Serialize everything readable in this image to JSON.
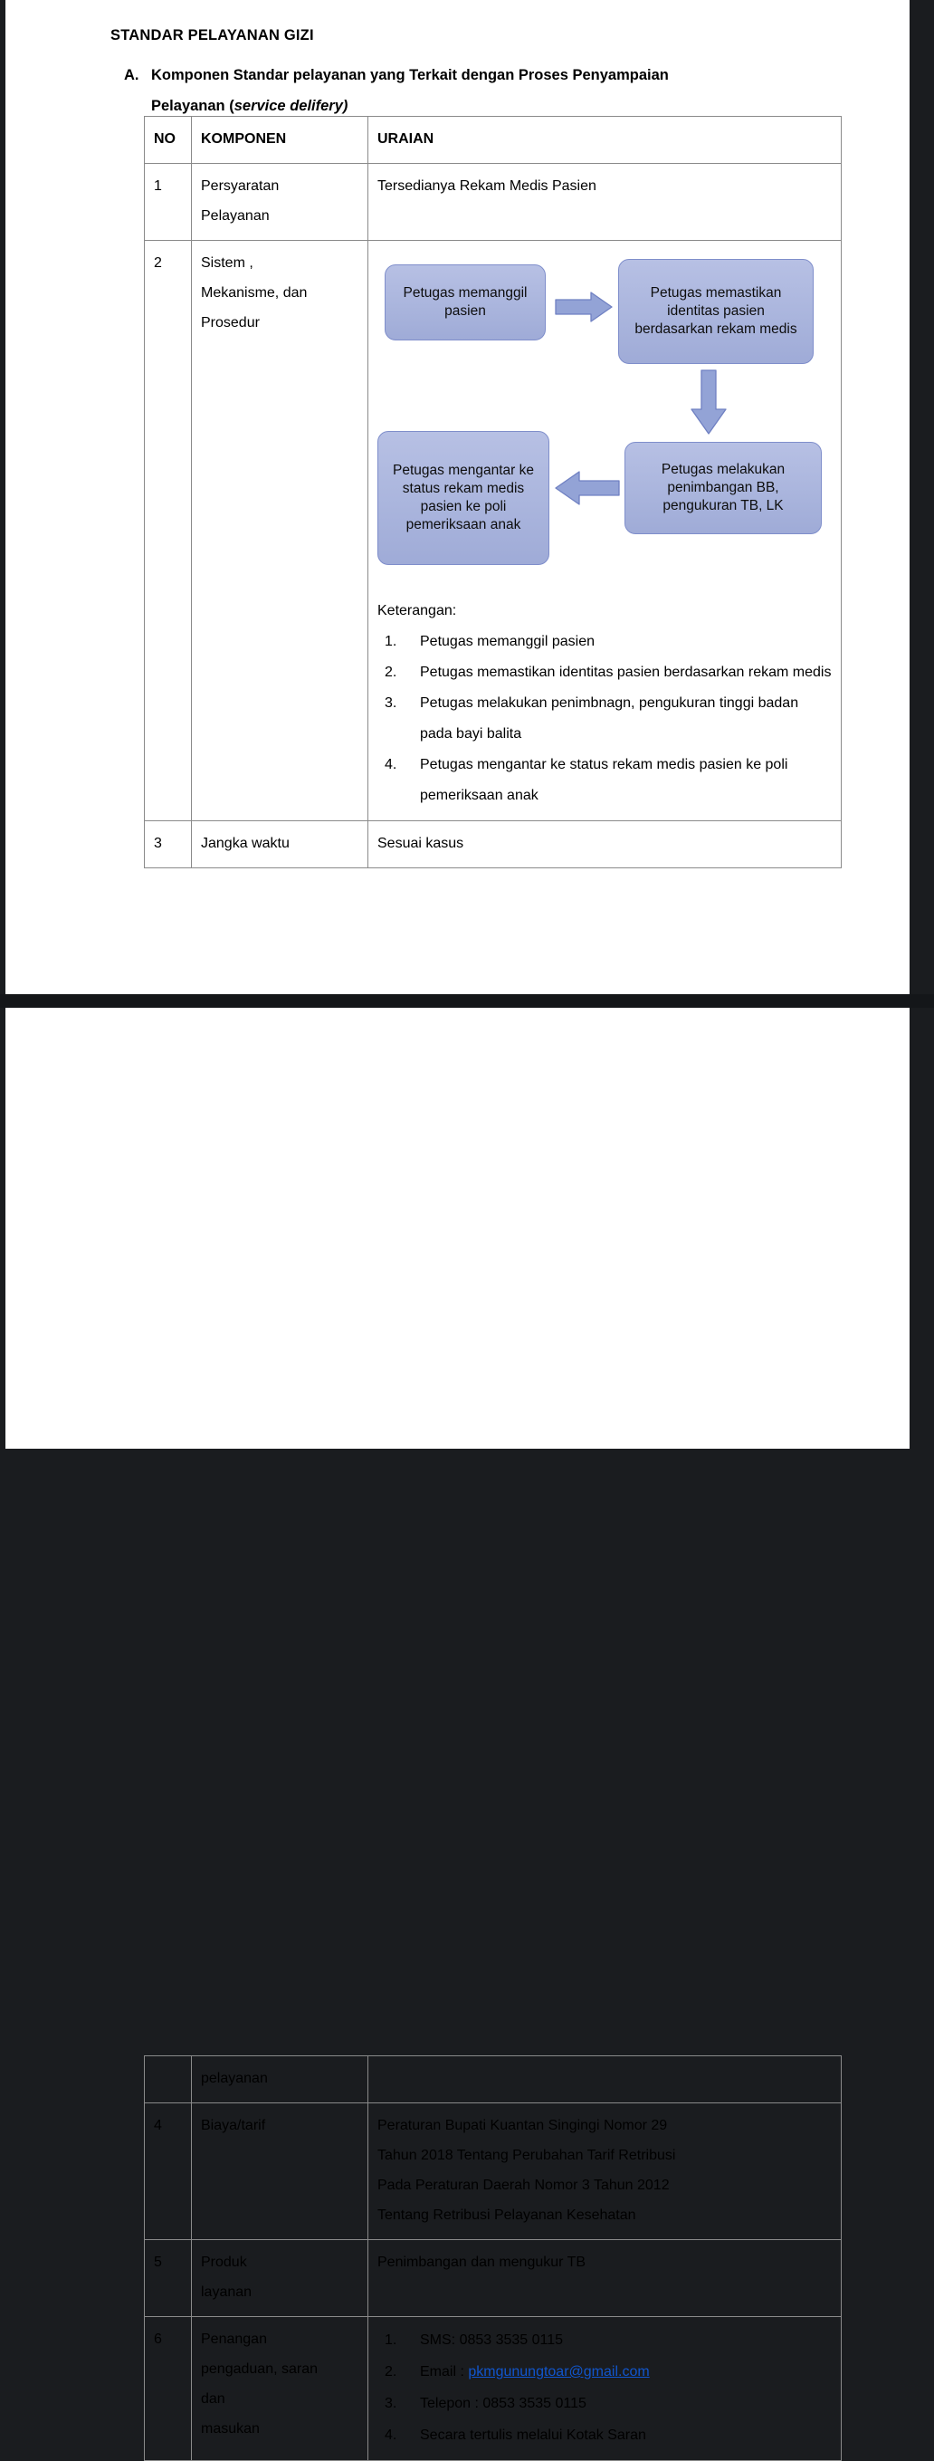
{
  "document": {
    "title": "STANDAR PELAYANAN GIZI",
    "section": {
      "marker": "A.",
      "line1": "Komponen Standar pelayanan yang Terkait dengan Proses Penyampaian",
      "line2_plain": "Pelayanan (",
      "line2_italic": "service delifery)"
    }
  },
  "table_main": {
    "headers": {
      "no": "NO",
      "komponen": "KOMPONEN",
      "uraian": "URAIAN"
    },
    "rows": [
      {
        "no": "1",
        "komponen_lines": [
          "Persyaratan",
          "Pelayanan"
        ],
        "uraian": "Tersedianya Rekam Medis Pasien"
      },
      {
        "no": "2",
        "komponen_lines": [
          "Sistem ,",
          "Mekanisme, dan",
          "Prosedur"
        ],
        "keterangan_label": "Keterangan:",
        "keterangan_items": [
          "Petugas memanggil pasien",
          "Petugas memastikan identitas pasien berdasarkan rekam medis",
          "Petugas melakukan penimbnagn, pengukuran tinggi badan pada bayi balita",
          "Petugas mengantar ke status rekam medis pasien ke poli pemeriksaan anak"
        ]
      },
      {
        "no": "3",
        "komponen_lines": [
          "Jangka waktu"
        ],
        "uraian": "Sesuai kasus"
      }
    ]
  },
  "flowchart": {
    "box1": "Petugas memanggil pasien",
    "box2": "Petugas memastikan identitas pasien berdasarkan rekam medis",
    "box3": "Petugas melakukan penimbangan BB, pengukuran TB, LK",
    "box4": "Petugas mengantar ke status rekam medis pasien ke poli pemeriksaan anak",
    "colors": {
      "box_fill": "#aab5dd",
      "box_border": "#7f8ecb",
      "arrow_fill": "#93a3d6",
      "arrow_border": "#6f80c2"
    }
  },
  "table_cont": {
    "rows": [
      {
        "no": "",
        "komponen_lines": [
          "pelayanan"
        ],
        "uraian": ""
      },
      {
        "no": "4",
        "komponen_lines": [
          "Biaya/tarif"
        ],
        "uraian_lines": [
          "Peraturan Bupati Kuantan Singingi Nomor 29",
          "Tahun 2018 Tentang Perubahan Tarif Retribusi",
          "Pada Peraturan Daerah Nomor 3 Tahun 2012",
          "Tentang Retribusi Pelayanan Kesehatan"
        ]
      },
      {
        "no": "5",
        "komponen_lines": [
          "Produk",
          "layanan"
        ],
        "uraian": "Penimbangan dan mengukur TB"
      },
      {
        "no": "6",
        "komponen_lines": [
          "Penangan",
          "pengaduan, saran",
          "dan",
          "masukan"
        ],
        "uraian_items": [
          {
            "prefix": "SMS: 0853 3535 0115",
            "link": ""
          },
          {
            "prefix": "Email : ",
            "link": "pkmgunungtoar@gmail.com"
          },
          {
            "prefix": "Telepon : 0853 3535 0115",
            "link": ""
          },
          {
            "prefix": "Secara tertulis melalui Kotak Saran",
            "link": ""
          }
        ]
      }
    ]
  }
}
